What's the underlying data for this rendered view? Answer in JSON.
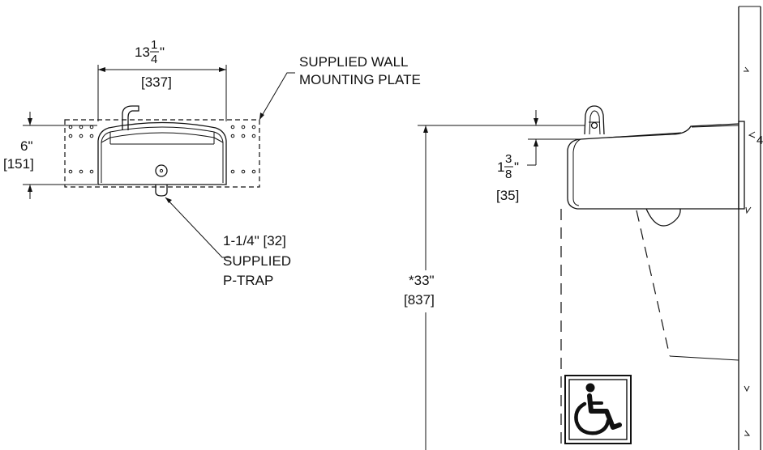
{
  "plan_view": {
    "width_dim": {
      "whole": "13",
      "num": "1",
      "den": "4",
      "inch_mark": "\"",
      "metric": "[337]"
    },
    "height_dim": {
      "imperial": "6\"",
      "metric": "[151]"
    },
    "mounting_plate_label": {
      "line1": "SUPPLIED WALL",
      "line2": "MOUNTING PLATE"
    },
    "ptrap_label": {
      "line1": "1-1/4\" [32]",
      "line2": "SUPPLIED",
      "line3": "P-TRAP"
    }
  },
  "side_view": {
    "rim_to_spout_dim": {
      "whole": "1",
      "num": "3",
      "den": "8",
      "inch_mark": "\"",
      "metric": "[35]"
    },
    "rim_height_dim": {
      "imperial": "*33\"",
      "metric": "[837]"
    },
    "accessibility_symbol": "wheelchair-icon"
  }
}
